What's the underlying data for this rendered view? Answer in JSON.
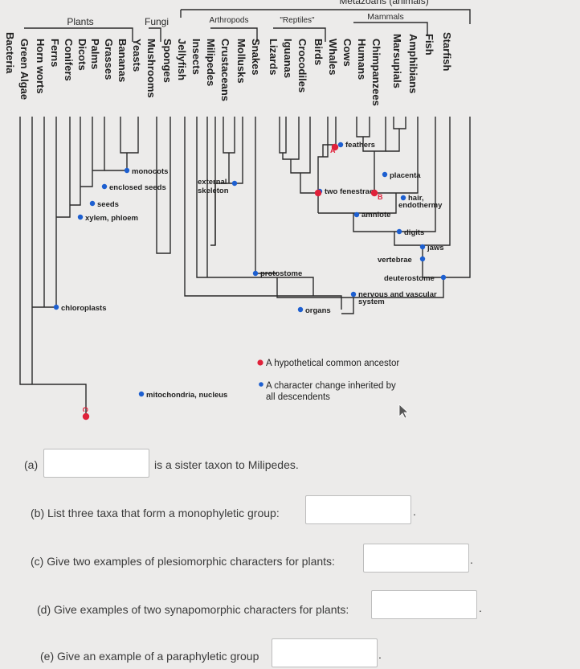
{
  "diagram": {
    "top_partial_label": "Metazoans (animals)",
    "group_labels": {
      "plants": "Plants",
      "fungi": "Fungi",
      "arthropods": "Arthropods",
      "reptiles": "\"Reptiles\"",
      "mammals": "Mammals"
    },
    "taxa": [
      "Bacteria",
      "Green Algae",
      "Horn worts",
      "Ferns",
      "Conifers",
      "Dicots",
      "Palms",
      "Grasses",
      "Bananas",
      "Yeasts",
      "Mushrooms",
      "Sponges",
      "Jellyfish",
      "Insects",
      "Milipedes",
      "Crustaceans",
      "Mollusks",
      "Snakes",
      "Lizards",
      "Iguanas",
      "Crocodiles",
      "Birds",
      "Whales",
      "Cows",
      "Humans",
      "Chimpanzees",
      "Marsupials",
      "Amphibians",
      "Fish",
      "Starfish"
    ],
    "characters": {
      "monocots": "monocots",
      "enclosed_seeds": "enclosed seeds",
      "seeds": "seeds",
      "xylem": "xylem, phloem",
      "external_skeleton_1": "external",
      "external_skeleton_2": "skeleton",
      "chloroplasts": "chloroplasts",
      "protostome": "protostome",
      "organs": "organs",
      "mitochondria": "mitochondria, nucleus",
      "feathers": "feathers",
      "placenta": "placenta",
      "two_fenestrae": "two fenestrae",
      "hair": "hair,",
      "endothermy": "endothermy",
      "amniote": "amniote",
      "digits": "digits",
      "jaws": "jaws",
      "vertebrae": "vertebrae",
      "deuterostome": "deuterostome",
      "nervous_1": "nervous and vascular",
      "nervous_2": "system"
    },
    "node_letters": {
      "a": "A",
      "b": "B",
      "c": "C"
    },
    "legend": {
      "ancestor": "A hypothetical common ancestor",
      "change_1": "A character change inherited by",
      "change_2": "all descendents"
    },
    "colors": {
      "line": "#2b2b2b",
      "ancestor": "#e0213a",
      "character": "#1d5fd0"
    }
  },
  "questions": {
    "a_prefix": "(a)",
    "a_suffix": "is a sister taxon to Milipedes.",
    "b": "(b) List three taxa that form a monophyletic group:",
    "c": "(c) Give two examples of plesiomorphic characters for plants:",
    "d": "(d) Give examples of two synapomorphic characters for plants:",
    "e": "(e) Give an example of a paraphyletic group",
    "period": "."
  }
}
